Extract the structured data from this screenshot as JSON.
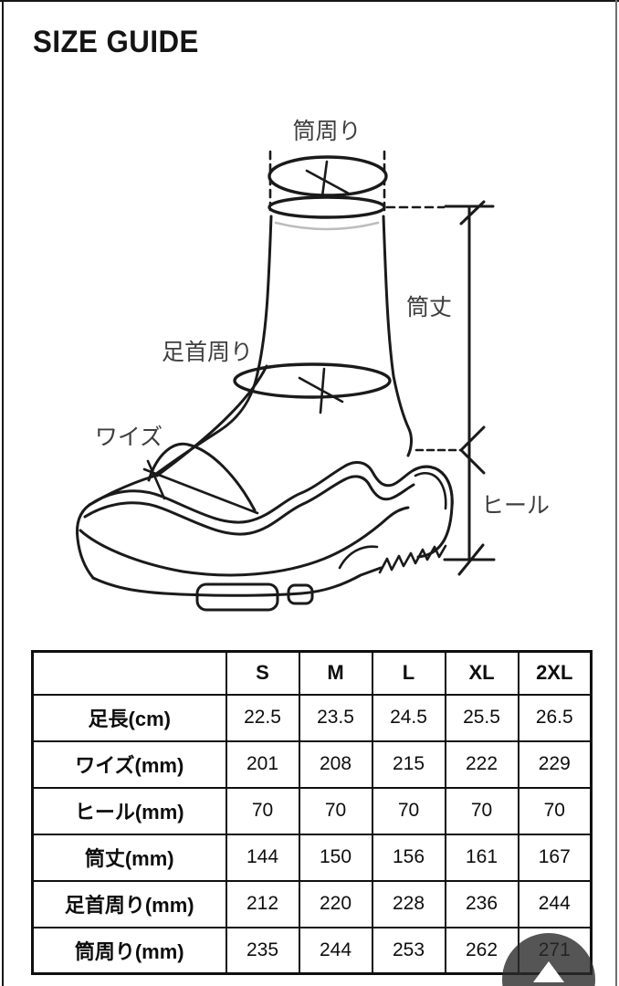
{
  "page": {
    "title": "SIZE GUIDE"
  },
  "diagram": {
    "labels": {
      "tube_circumference": "筒周り",
      "tube_height": "筒丈",
      "ankle_circumference": "足首周り",
      "width": "ワイズ",
      "heel": "ヒール"
    }
  },
  "size_table": {
    "corner_header": "",
    "columns": [
      "S",
      "M",
      "L",
      "XL",
      "2XL"
    ],
    "rows": [
      {
        "label": "足長(cm)",
        "values": [
          "22.5",
          "23.5",
          "24.5",
          "25.5",
          "26.5"
        ]
      },
      {
        "label": "ワイズ(mm)",
        "values": [
          "201",
          "208",
          "215",
          "222",
          "229"
        ]
      },
      {
        "label": "ヒール(mm)",
        "values": [
          "70",
          "70",
          "70",
          "70",
          "70"
        ]
      },
      {
        "label": "筒丈(mm)",
        "values": [
          "144",
          "150",
          "156",
          "161",
          "167"
        ]
      },
      {
        "label": "足首周り(mm)",
        "values": [
          "212",
          "220",
          "228",
          "236",
          "244"
        ]
      },
      {
        "label": "筒周り(mm)",
        "values": [
          "235",
          "244",
          "253",
          "262",
          "271"
        ]
      }
    ]
  },
  "scroll_top": {
    "icon": "up-triangle"
  },
  "colors": {
    "line": "#1a1a1a",
    "label_text": "#3e3e3e",
    "table_border": "#0f0f0f",
    "overlay_button": "rgba(42,42,42,0.8)"
  }
}
